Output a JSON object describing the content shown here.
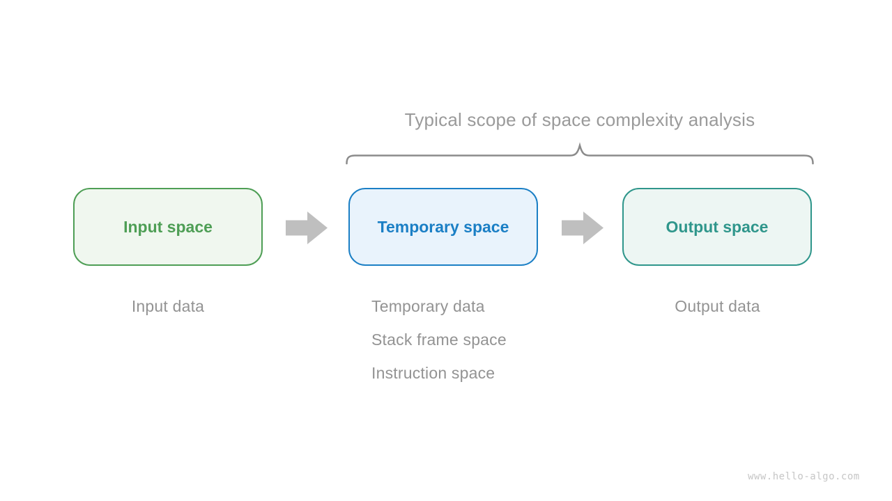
{
  "title": "Typical scope of space complexity analysis",
  "diagram": {
    "boxes": [
      {
        "label": "Input space",
        "border_color": "#4e9e55",
        "fill_color": "#f0f7ef",
        "text_color": "#4e9e55"
      },
      {
        "label": "Temporary space",
        "border_color": "#1b7fc5",
        "fill_color": "#e9f3fc",
        "text_color": "#1b7fc5"
      },
      {
        "label": "Output space",
        "border_color": "#2f968b",
        "fill_color": "#edf6f3",
        "text_color": "#2f968b"
      }
    ],
    "notes": {
      "input": "Input data",
      "temporary": [
        "Temporary data",
        "Stack frame space",
        "Instruction space"
      ],
      "output": "Output data"
    },
    "arrow_color": "#bfbfbf",
    "brace_color": "#8b8b8b",
    "note_text_color": "#939393",
    "title_color": "#9a9a9a"
  },
  "watermark": "www.hello-algo.com"
}
